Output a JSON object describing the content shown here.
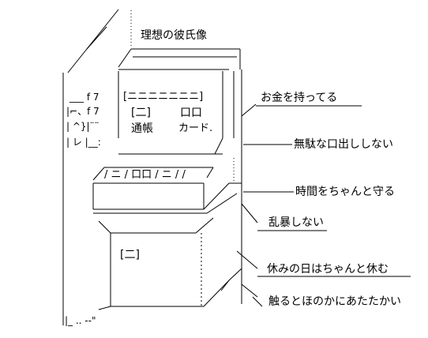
{
  "art": {
    "title": "理想の彼氏像",
    "labels": [
      "お金を持ってる",
      "無駄な口出ししない",
      "時間をちゃんと守る",
      "乱暴しない",
      "休みの日はちゃんと休む",
      "触るとほのかにあたたかい"
    ],
    "box_front_text": "[ニニニニニニニ]",
    "item_ledger": "[二]",
    "item_card": "口口",
    "passbook": "通帳",
    "cash_card": "カード.",
    "drawer_label": "/ ニ / 口口 / ニ / /",
    "door_mark": "[二]",
    "wallet_lines": [
      "___ f  7",
      "|⌐、f  7",
      "| ^}|¨¨",
      "| レ |__:"
    ],
    "bottom_scribble": "|_  .. --\""
  }
}
